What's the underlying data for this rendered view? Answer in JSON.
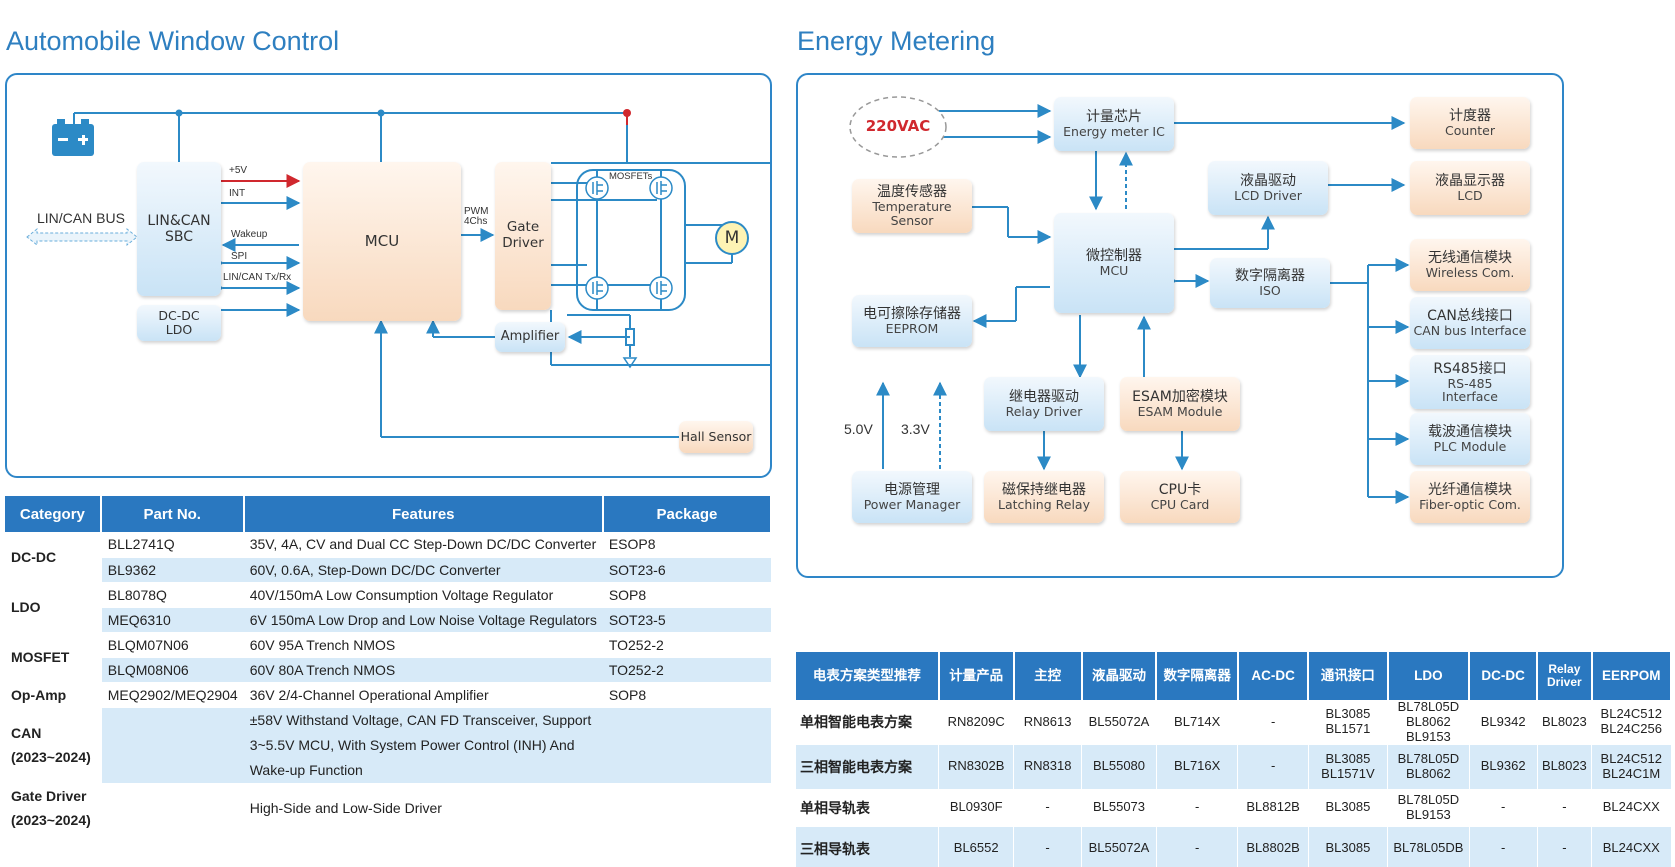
{
  "left": {
    "title": "Automobile Window Control",
    "blocks": {
      "sbc": "LIN&CAN\nSBC",
      "dcdc": "DC-DC\nLDO",
      "mcu": "MCU",
      "gate": "Gate\nDriver",
      "amplifier": "Amplifier",
      "hall": "Hall Sensor",
      "motor": "M",
      "bus": "LIN/CAN BUS",
      "mosfets": "MOSFETs"
    },
    "signals": [
      "+5V",
      "INT",
      "Wakeup",
      "SPI",
      "LIN/CAN Tx/Rx"
    ],
    "pwm": "PWM\n4Chs"
  },
  "right": {
    "title": "Energy Metering",
    "source": "220VAC",
    "nodes": {
      "meter_ic": {
        "zh": "计量芯片",
        "en": "Energy meter IC"
      },
      "temp": {
        "zh": "温度传感器",
        "en": "Temperature\nSensor"
      },
      "mcu": {
        "zh": "微控制器",
        "en": "MCU"
      },
      "lcd_driver": {
        "zh": "液晶驱动",
        "en": "LCD Driver"
      },
      "iso": {
        "zh": "数字隔离器",
        "en": "ISO"
      },
      "eeprom": {
        "zh": "电可擦除存储器",
        "en": "EEPROM"
      },
      "relay_driver": {
        "zh": "继电器驱动",
        "en": "Relay Driver"
      },
      "esam": {
        "zh": "ESAM加密模块",
        "en": "ESAM Module"
      },
      "latching": {
        "zh": "磁保持继电器",
        "en": "Latching Relay"
      },
      "cpu_card": {
        "zh": "CPU卡",
        "en": "CPU Card"
      },
      "power": {
        "zh": "电源管理",
        "en": "Power Manager"
      },
      "counter": {
        "zh": "计度器",
        "en": "Counter"
      },
      "lcd": {
        "zh": "液晶显示器",
        "en": "LCD"
      },
      "wireless": {
        "zh": "无线通信模块",
        "en": "Wireless Com."
      },
      "can": {
        "zh": "CAN总线接口",
        "en": "CAN bus Interface"
      },
      "rs485": {
        "zh": "RS485接口",
        "en": "RS-485\nInterface"
      },
      "plc": {
        "zh": "载波通信模块",
        "en": "PLC Module"
      },
      "fiber": {
        "zh": "光纤通信模块",
        "en": "Fiber-optic Com."
      }
    },
    "voltages": [
      "5.0V",
      "3.3V"
    ]
  },
  "parts_table": {
    "headers": [
      "Category",
      "Part No.",
      "Features",
      "Package"
    ],
    "rows": [
      {
        "cat": "DC-DC",
        "part": "BLL2741Q",
        "feat": "35V, 4A, CV and Dual CC Step-Down DC/DC Converter",
        "pkg": "ESOP8"
      },
      {
        "cat": "",
        "part": "BL9362",
        "feat": "60V, 0.6A, Step-Down DC/DC Converter",
        "pkg": "SOT23-6"
      },
      {
        "cat": "LDO",
        "part": "BL8078Q",
        "feat": "40V/150mA  Low Consumption Voltage Regulator",
        "pkg": "SOP8"
      },
      {
        "cat": "",
        "part": "MEQ6310",
        "feat": "6V 150mA Low Drop and Low Noise Voltage Regulators",
        "pkg": "SOT23-5"
      },
      {
        "cat": "MOSFET",
        "part": "BLQM07N06",
        "feat": "60V 95A Trench NMOS",
        "pkg": "TO252-2"
      },
      {
        "cat": "",
        "part": "BLQM08N06",
        "feat": "60V 80A Trench NMOS",
        "pkg": "TO252-2"
      },
      {
        "cat": "Op-Amp",
        "part": "MEQ2902/MEQ2904",
        "feat": "36V 2/4-Channel Operational Amplifier",
        "pkg": "SOP8"
      },
      {
        "cat": "CAN\n(2023~2024)",
        "part": "",
        "feat": "±58V Withstand Voltage, CAN FD Transceiver, Support 3~5.5V MCU, With System Power Control (INH) And Wake-up Function",
        "pkg": ""
      },
      {
        "cat": "Gate Driver\n(2023~2024)",
        "part": "",
        "feat": "High-Side and Low-Side Driver",
        "pkg": ""
      }
    ]
  },
  "meter_table": {
    "headers": [
      "电表方案类型推荐",
      "计量产品",
      "主控",
      "液晶驱动",
      "数字隔离器",
      "AC-DC",
      "通讯接口",
      "LDO",
      "DC-DC",
      "Relay\nDriver",
      "EERPOM"
    ],
    "rows": [
      [
        "单相智能电表方案",
        "RN8209C",
        "RN8613",
        "BL55072A",
        "BL714X",
        "-",
        "BL3085\nBL1571",
        "BL78L05D\nBL8062\nBL9153",
        "BL9342",
        "BL8023",
        "BL24C512\nBL24C256"
      ],
      [
        "三相智能电表方案",
        "RN8302B",
        "RN8318",
        "BL55080",
        "BL716X",
        "-",
        "BL3085\nBL1571V",
        "BL78L05D\nBL8062",
        "BL9362",
        "BL8023",
        "BL24C512\nBL24C1M"
      ],
      [
        "单相导轨表",
        "BL0930F",
        "-",
        "BL55073",
        "-",
        "BL8812B",
        "BL3085",
        "BL78L05D\nBL9153",
        "-",
        "-",
        "BL24CXX"
      ],
      [
        "三相导轨表",
        "BL6552",
        "-",
        "BL55072A",
        "-",
        "BL8802B",
        "BL3085",
        "BL78L05DB",
        "-",
        "-",
        "BL24CXX"
      ]
    ]
  }
}
